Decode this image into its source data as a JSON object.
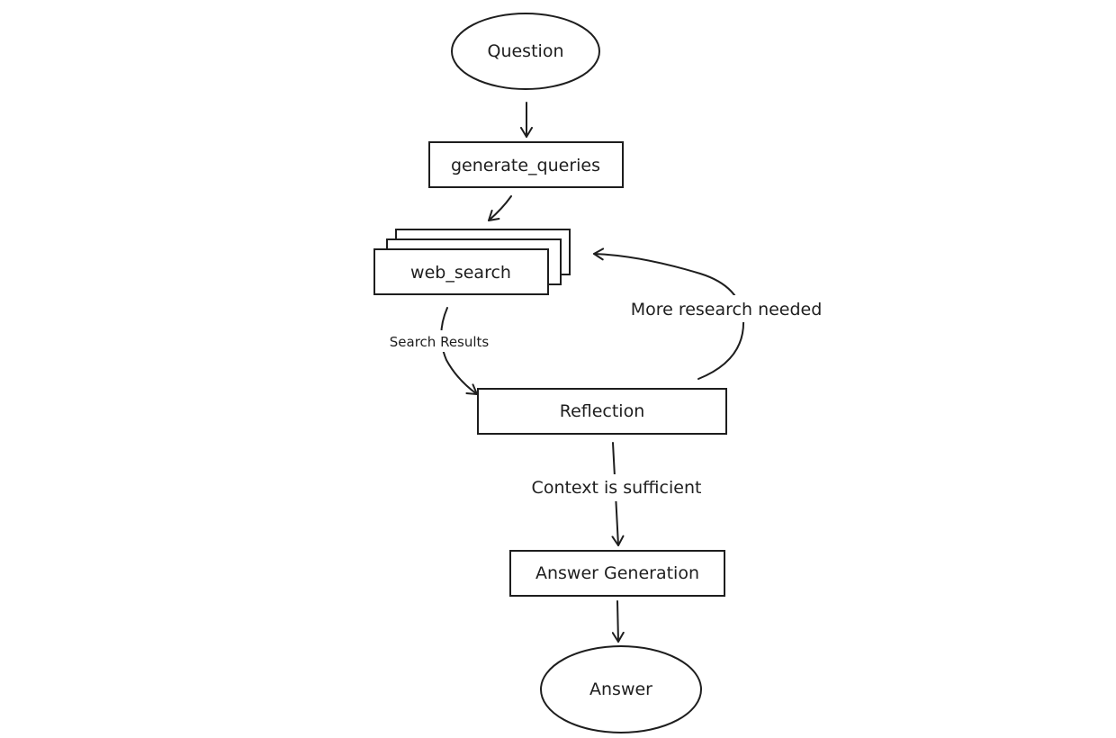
{
  "diagram": {
    "nodes": {
      "question": "Question",
      "generate_queries": "generate_queries",
      "web_search": "web_search",
      "reflection": "Reflection",
      "answer_generation": "Answer Generation",
      "answer": "Answer"
    },
    "edges": {
      "search_results": "Search Results",
      "more_research": "More research needed",
      "context_sufficient": "Context is sufficient"
    }
  }
}
